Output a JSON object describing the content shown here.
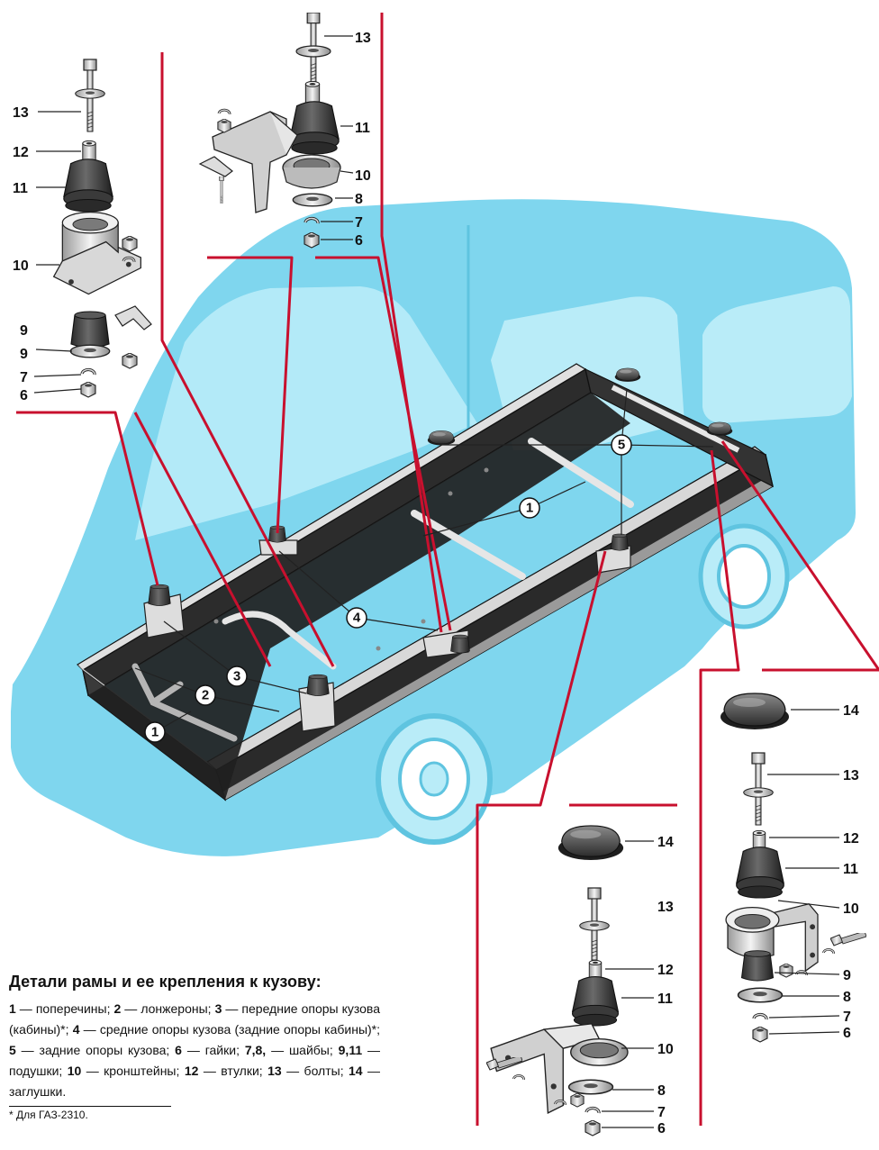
{
  "caption": {
    "title": "Детали рамы и ее крепления к кузову:",
    "items": [
      {
        "num": "1",
        "text": "поперечины;"
      },
      {
        "num": "2",
        "text": "лонжероны;"
      },
      {
        "num": "3",
        "text": "передние опоры кузова (кабины)*;"
      },
      {
        "num": "4",
        "text": "средние опоры кузова (задние опоры кабины)*;"
      },
      {
        "num": "5",
        "text": "задние опоры кузова;"
      },
      {
        "num": "6",
        "text": "гайки;"
      },
      {
        "num": "7,8,",
        "text": "шайбы;"
      },
      {
        "num": "9,11",
        "text": "подушки;"
      },
      {
        "num": "10",
        "text": "кронштейны;"
      },
      {
        "num": "12",
        "text": "втулки;"
      },
      {
        "num": "13",
        "text": "болты;"
      },
      {
        "num": "14",
        "text": "заглушки."
      }
    ],
    "footnote": "* Для ГАЗ-2310."
  },
  "callouts": {
    "frame": [
      "1",
      "1",
      "2",
      "2",
      "3",
      "3",
      "4",
      "4",
      "5",
      "5",
      "5"
    ],
    "top_left": [
      "13",
      "12",
      "11",
      "10",
      "9",
      "9",
      "7",
      "6"
    ],
    "top_center": [
      "13",
      "11",
      "10",
      "8",
      "7",
      "6"
    ],
    "bottom_center": [
      "14",
      "13",
      "12",
      "11",
      "10",
      "8",
      "7",
      "6"
    ],
    "bottom_right": [
      "14",
      "13",
      "12",
      "11",
      "10",
      "9",
      "8",
      "7",
      "6"
    ]
  },
  "colors": {
    "van_body": "#7fd6ee",
    "van_light": "#b9ecf8",
    "leader": "#c8102e",
    "frame_dark": "#2a2a2a"
  }
}
